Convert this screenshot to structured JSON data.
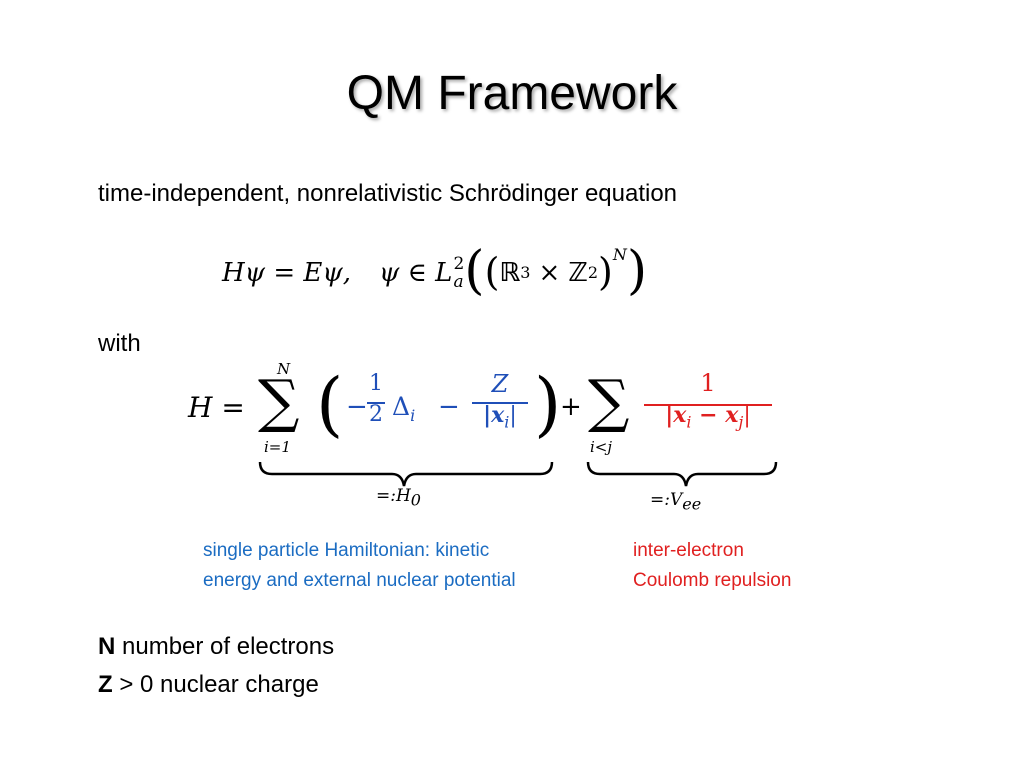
{
  "slide": {
    "title": "QM Framework",
    "subtitle": "time-independent, nonrelativistic Schrödinger equation",
    "with_label": "with"
  },
  "equations": {
    "schrodinger": {
      "lhs": "Hψ = Eψ,",
      "membership": "ψ ∈ L",
      "space_sup": "2",
      "space_sub": "a",
      "reals": "ℝ",
      "reals_exp": "3",
      "times": "×",
      "z2": "ℤ",
      "z2_sub": "2",
      "power": "N"
    },
    "hamiltonian": {
      "lhs": "H =",
      "sum1_upper": "N",
      "sum1_lower": "i=1",
      "minus": "−",
      "half_num": "1",
      "half_den": "2",
      "laplacian": "Δ",
      "laplacian_sub": "i",
      "minus2": "−",
      "z_num": "Z",
      "z_den": "|x",
      "z_den_sub": "i",
      "z_den_close": "|",
      "plus": "+",
      "sum2_lower": "i<j",
      "vee_num": "1",
      "vee_den": "|x",
      "vee_den_sub1": "i",
      "vee_den_mid": " − x",
      "vee_den_sub2": "j",
      "vee_den_close": "|",
      "brace1_label": "=:H",
      "brace1_sub": "0",
      "brace2_label": "=:V",
      "brace2_sub": "ee"
    }
  },
  "annotations": {
    "h0_line1": "single particle Hamiltonian: kinetic",
    "h0_line2": "energy and external nuclear potential",
    "vee_line1": "inter-electron",
    "vee_line2": "Coulomb repulsion"
  },
  "definitions": [
    {
      "symbol": "N",
      "text": " number of electrons"
    },
    {
      "symbol": "Z",
      "text": " > 0 nuclear charge"
    }
  ],
  "colors": {
    "formula_blue": "#1f4fb8",
    "formula_red": "#e02020",
    "note_blue": "#1b6cc2",
    "note_red": "#e02020"
  }
}
